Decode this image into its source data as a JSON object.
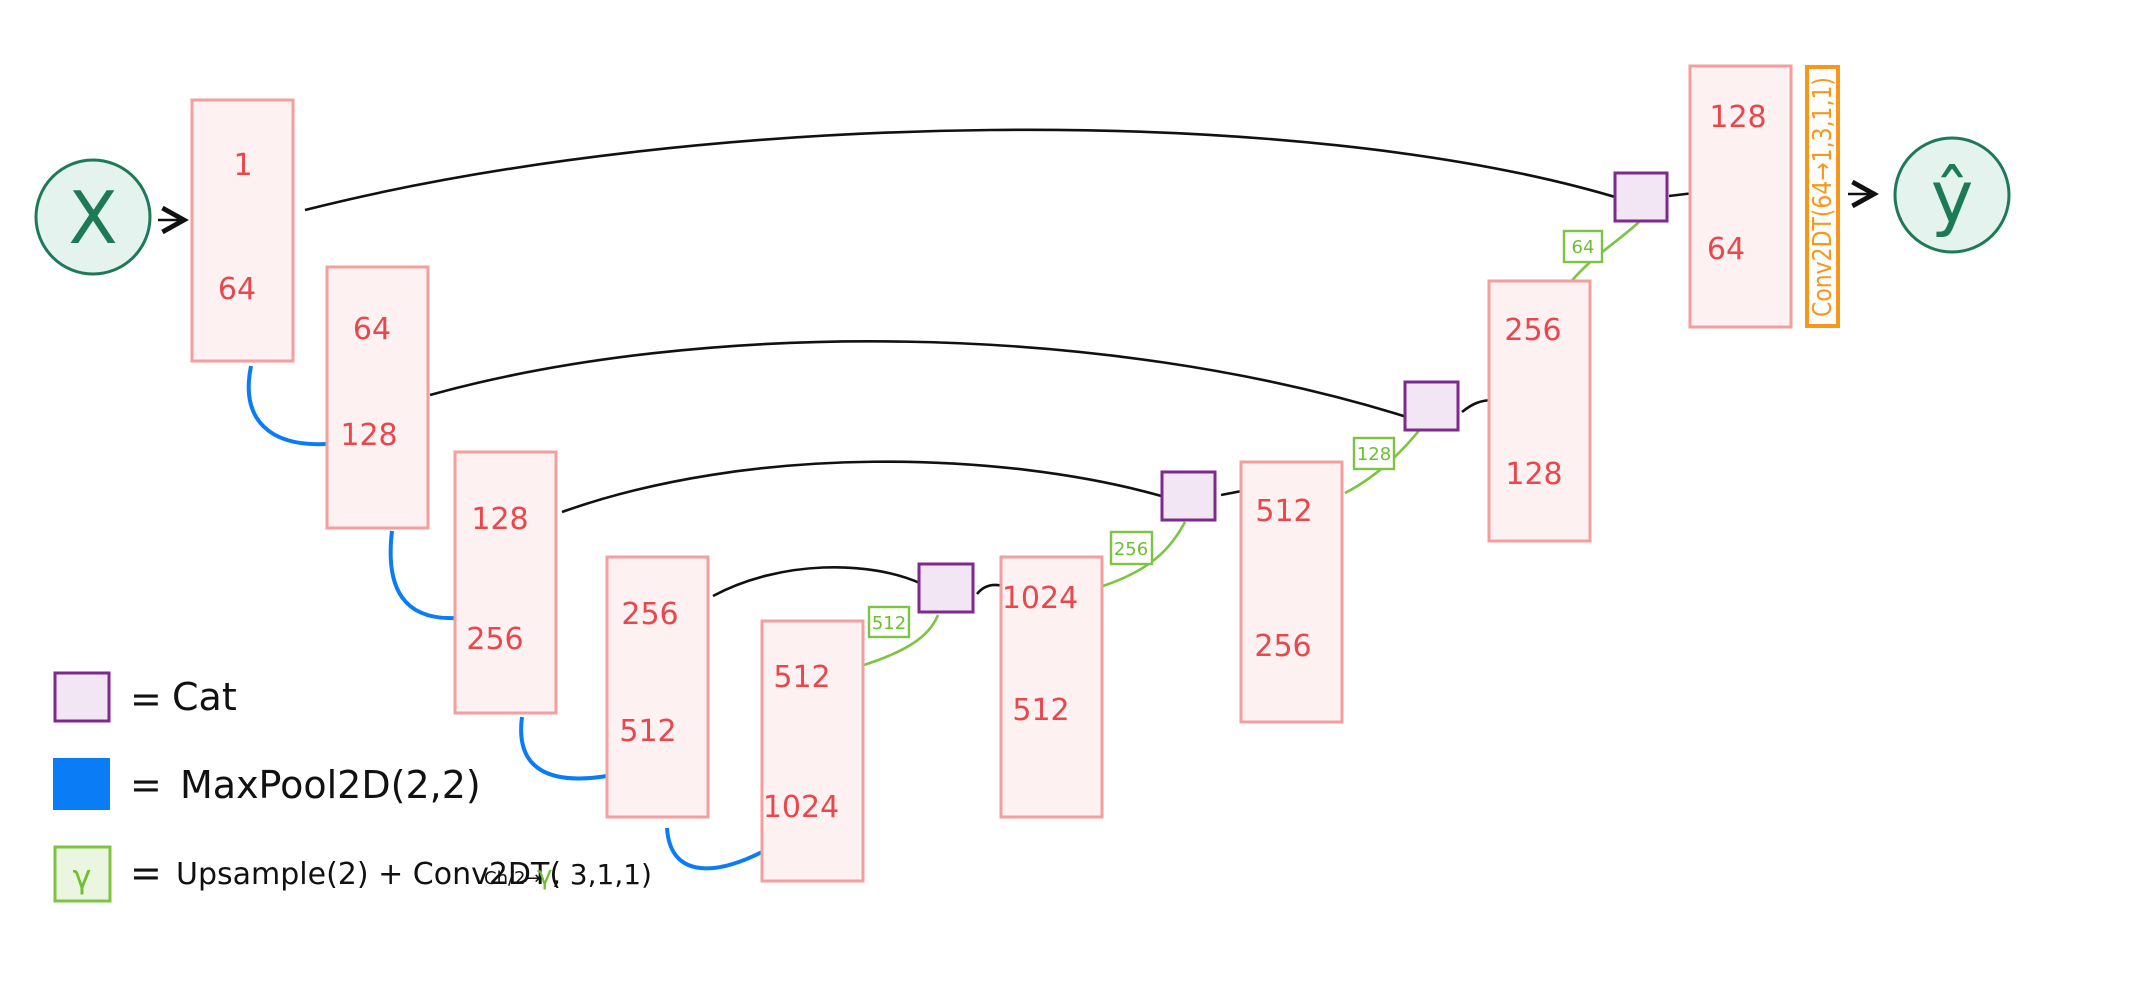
{
  "input_node": {
    "label": "X"
  },
  "output_node": {
    "label": "ŷ"
  },
  "blocks": [
    {
      "top": "1",
      "bottom": "64"
    },
    {
      "top": "64",
      "bottom": "128"
    },
    {
      "top": "128",
      "bottom": "256"
    },
    {
      "top": "256",
      "bottom": "512"
    },
    {
      "top": "512",
      "bottom": "1024"
    },
    {
      "top": "1024",
      "bottom": "512"
    },
    {
      "top": "512",
      "bottom": "256"
    },
    {
      "top": "256",
      "bottom": "128"
    },
    {
      "top": "128",
      "bottom": "64"
    }
  ],
  "upsample_labels": [
    "512",
    "256",
    "128",
    "64"
  ],
  "final_conv": {
    "label": "Conv2DT(64→1,3,1,1)"
  },
  "legend": {
    "cat": {
      "eq": "=",
      "text": "Cat"
    },
    "maxpool": {
      "eq": "=",
      "text": "MaxPool2D(2,2)"
    },
    "upsample": {
      "eq": "=",
      "text_a": "Upsample(2) + Conv2DT(",
      "text_small": "Ch/2→",
      "text_b": ", 3,1,1)"
    }
  },
  "colors": {
    "block_fill": "#fdf1f1",
    "block_stroke": "#f59e9e",
    "block_text": "#e8474c",
    "cat_fill": "#f3e6f4",
    "cat_stroke": "#7d2a8c",
    "maxpool": "#0a7cf5",
    "upsample": "#7cc442",
    "node_fill": "#e4f3ee",
    "node_stroke": "#1d7a56",
    "final_conv": "#f7981d"
  }
}
